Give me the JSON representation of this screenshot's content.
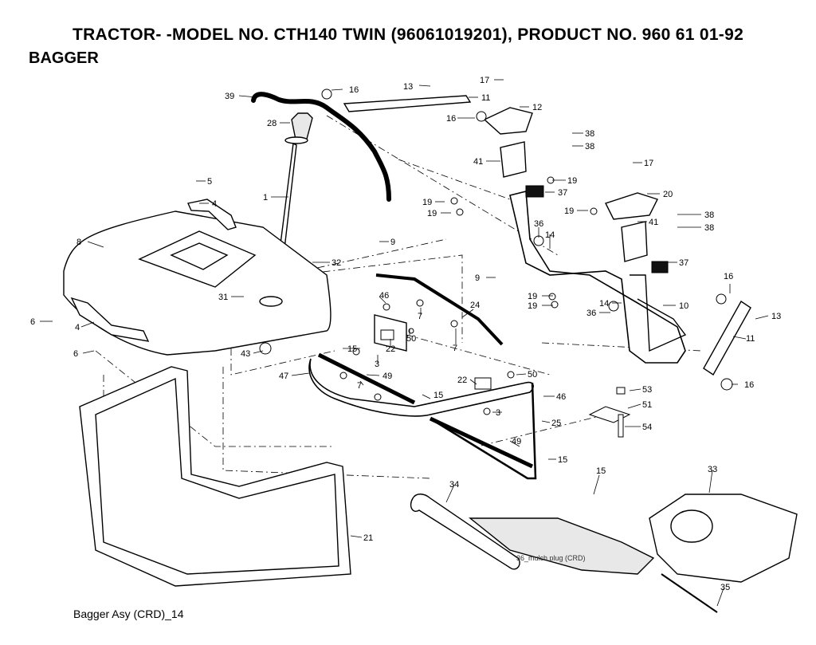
{
  "header": {
    "title": "TRACTOR- -MODEL NO. CTH140 TWIN (96061019201), PRODUCT NO. 960 61 01-92",
    "subtitle": "BAGGER"
  },
  "footer": {
    "caption": "Bagger Asy (CRD)_14"
  },
  "diagram": {
    "inline_note": "36_mulch plug (CRD)",
    "callouts": [
      "39",
      "16",
      "13",
      "11",
      "17",
      "12",
      "28",
      "16",
      "38",
      "38",
      "41",
      "5",
      "17",
      "19",
      "37",
      "4",
      "19",
      "19",
      "20",
      "1",
      "19",
      "36",
      "14",
      "41",
      "38",
      "38",
      "8",
      "9",
      "32",
      "37",
      "16",
      "31",
      "9",
      "46",
      "24",
      "19",
      "19",
      "14",
      "10",
      "36",
      "6",
      "7",
      "4",
      "50",
      "15",
      "22",
      "7",
      "13",
      "11",
      "6",
      "43",
      "3",
      "47",
      "49",
      "7",
      "22",
      "50",
      "15",
      "46",
      "53",
      "16",
      "51",
      "3",
      "25",
      "54",
      "49",
      "15",
      "15",
      "33",
      "34",
      "21",
      "35"
    ]
  }
}
